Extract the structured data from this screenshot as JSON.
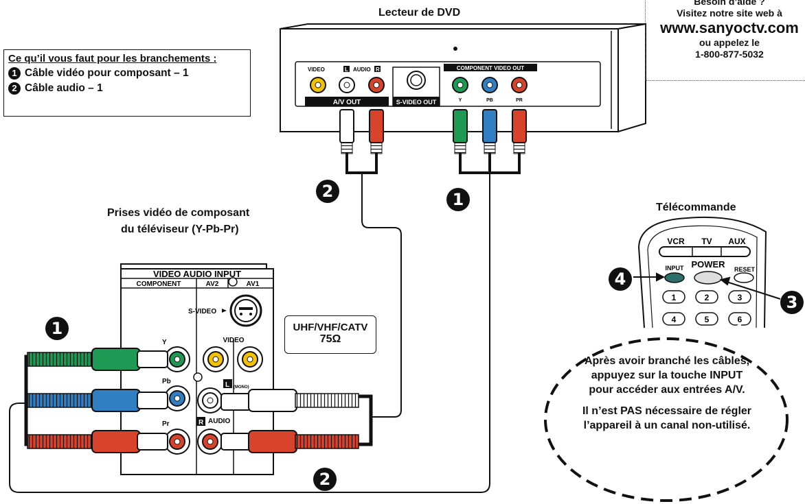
{
  "dvd": {
    "title": "Lecteur de DVD",
    "jack_labels": {
      "video": "VIDEO",
      "l": "L",
      "audio": "AUDIO",
      "r": "R",
      "av_out": "A/V OUT",
      "svideo_out": "S-VIDEO OUT",
      "component_out": "COMPONENT VIDEO OUT",
      "y": "Y",
      "pb": "PB",
      "pr": "PR"
    }
  },
  "needs": {
    "heading": "Ce qu’il vous faut pour les branchements :",
    "items": [
      {
        "num": "1",
        "text": "Câble vidéo pour composant – 1"
      },
      {
        "num": "2",
        "text": "Câble audio – 1"
      }
    ]
  },
  "help": {
    "line1": "Besoin d’aide ?",
    "line2": "Visitez notre site web à",
    "url": "www.sanyoctv.com",
    "line3": "ou appelez le",
    "phone": "1-800-877-5032"
  },
  "tv": {
    "title_line1": "Prises vidéo de composant",
    "title_line2": "du téléviseur (Y-Pb-Pr)",
    "panel": {
      "header": "VIDEO AUDIO INPUT",
      "component": "COMPONENT",
      "av2": "AV2",
      "av1": "AV1",
      "svideo": "S-VIDEO",
      "video": "VIDEO",
      "y": "Y",
      "pb": "Pb",
      "pr": "Pr",
      "l": "L",
      "mono": "(MONO)",
      "r": "R",
      "audio": "AUDIO"
    },
    "antenna": {
      "line1": "UHF/VHF/CATV",
      "line2": "75Ω"
    }
  },
  "remote": {
    "title": "Télécommande",
    "buttons": {
      "vcr": "VCR",
      "tv": "TV",
      "aux": "AUX",
      "input": "INPUT",
      "power": "POWER",
      "reset": "RESET",
      "n1": "1",
      "n2": "2",
      "n3": "3",
      "n4": "4",
      "n5": "5",
      "n6": "6"
    }
  },
  "steps": {
    "s1": "1",
    "s2": "2",
    "s3": "3",
    "s4": "4"
  },
  "note": {
    "p1": "Après avoir branché les câbles, appuyez sur la touche INPUT pour accéder aux entrées A/V.",
    "p2": "Il n’est PAS nécessaire de régler l’appareil à un canal non-utilisé."
  },
  "colors": {
    "green": "#1e9a55",
    "blue": "#2f7fc2",
    "red": "#d8432c",
    "yellow": "#f2c200",
    "white": "#ffffff",
    "panel_black": "#111111"
  }
}
